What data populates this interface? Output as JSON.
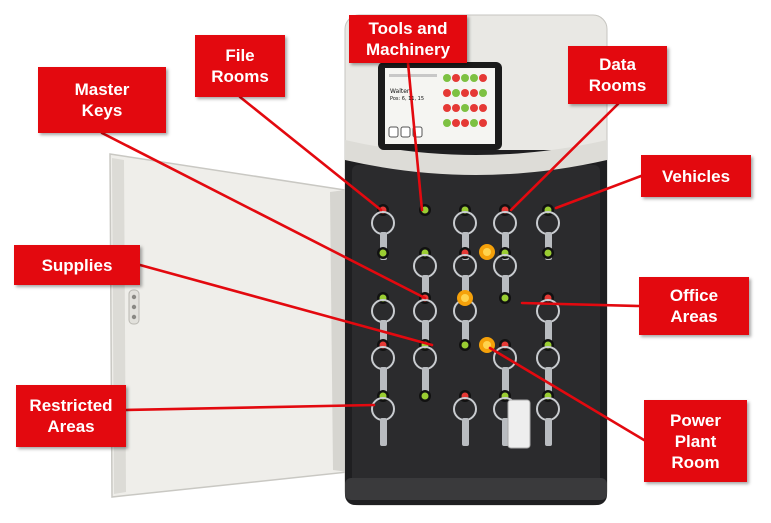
{
  "colors": {
    "callout": "#e3090f",
    "callout_text": "#ffffff",
    "panel": "#2b2b2d",
    "cabinet": "#ecebe7"
  },
  "labels": {
    "file_rooms": "File\nRooms",
    "tools_machinery": "Tools and\nMachinery",
    "data_rooms": "Data\nRooms",
    "master_keys": "Master\nKeys",
    "vehicles": "Vehicles",
    "supplies": "Supplies",
    "office_areas": "Office\nAreas",
    "restricted_areas": "Restricted\nAreas",
    "power_plant_room": "Power\nPlant\nRoom"
  },
  "screen": {
    "line1": "Walter",
    "line2": "Pos: 6, 11, 15"
  }
}
